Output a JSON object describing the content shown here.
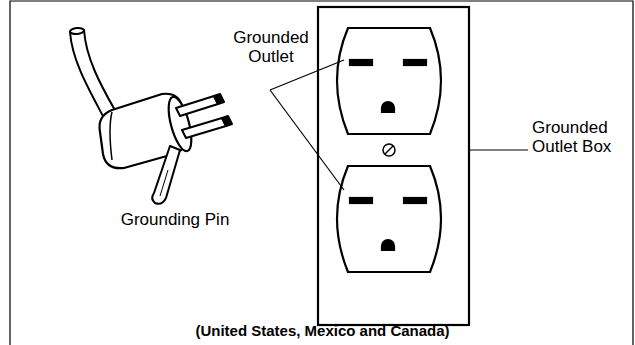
{
  "diagram": {
    "caption": "(United States, Mexico and Canada)",
    "labels": [
      "Grounded Outlet",
      "Grounded Outlet Box",
      "Grounding Pin"
    ]
  }
}
